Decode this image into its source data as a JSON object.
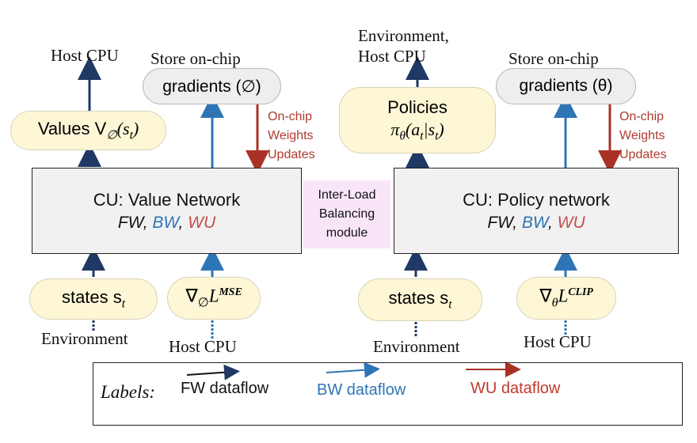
{
  "left": {
    "top_host": "Host CPU",
    "store_label": "Store on-chip",
    "gradients_label": "gradients (∅)",
    "values_label": "Values V",
    "values_sub": "∅",
    "values_arg": "(s",
    "values_arg_sub": "t",
    "values_close": ")",
    "onchip_lines": [
      "On-chip",
      "Weights",
      "Updates"
    ],
    "cu_title": "CU: Value Network",
    "states_label": "states s",
    "states_sub": "t",
    "grad_loss_nabla": "∇",
    "grad_loss_sub": "∅",
    "grad_loss_L": "L",
    "grad_loss_sup": "MSE",
    "bottom_env": "Environment",
    "bottom_host": "Host CPU"
  },
  "right": {
    "top_env_line1": "Environment,",
    "top_env_line2": "Host CPU",
    "store_label": "Store on-chip",
    "gradients_label": "gradients (θ)",
    "policies_label": "Policies",
    "policies_math": "π",
    "policies_sub": "θ",
    "policies_arg": "(a",
    "policies_arg_sub": "t",
    "policies_mid": "|s",
    "policies_mid_sub": "t",
    "policies_close": ")",
    "onchip_lines": [
      "On-chip",
      "Weights",
      "Updates"
    ],
    "cu_title": "CU: Policy network",
    "states_label": "states s",
    "states_sub": "t",
    "grad_loss_nabla": "∇",
    "grad_loss_sub": "θ",
    "grad_loss_L": "L",
    "grad_loss_sup": "CLIP",
    "bottom_env": "Environment",
    "bottom_host": "Host CPU"
  },
  "ops": {
    "fw": "FW",
    "sep1": ", ",
    "bw": "BW",
    "sep2": ", ",
    "wu": "WU"
  },
  "ilb_lines": [
    "Inter-Load",
    "Balancing",
    "module"
  ],
  "legend": {
    "title": "Labels:",
    "fw": "FW dataflow",
    "bw": "BW dataflow",
    "wu": "WU dataflow"
  },
  "colors": {
    "fw": "#1f3864",
    "bw": "#2e75b6",
    "wu": "#a93226"
  }
}
